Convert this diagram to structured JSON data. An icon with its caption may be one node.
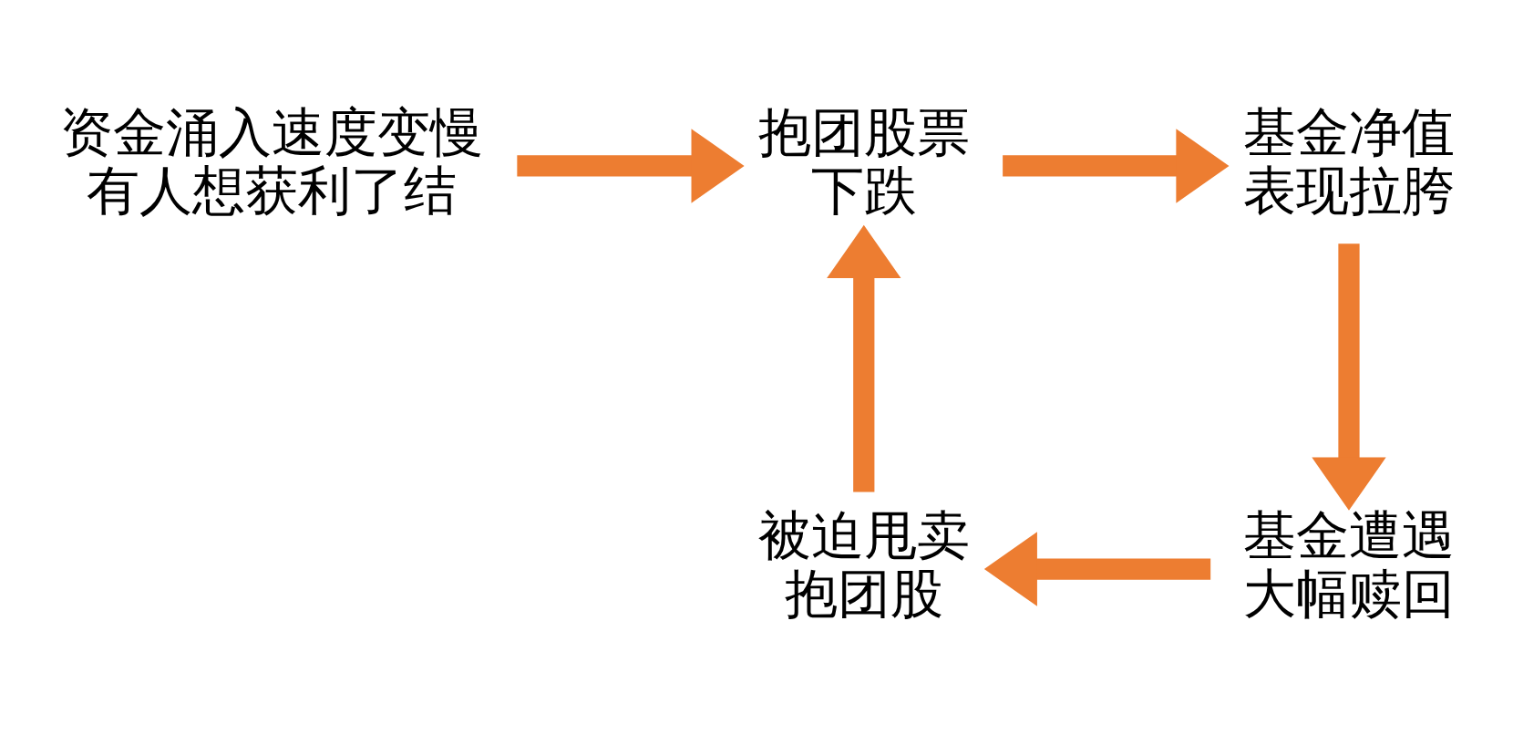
{
  "diagram": {
    "nodes": [
      {
        "text": [
          "资金涌入速度变慢有人想获利了结"
        ]
      },
      {
        "text": [
          "抱团股票下跌"
        ]
      },
      {
        "text": [
          "基金净值表现拉胯"
        ]
      },
      {
        "text": [
          "基金遭遇大幅赎回"
        ]
      },
      {
        "text": [
          "被迫甩卖抱团股"
        ]
      }
    ],
    "edges": [
      {
        "from": 0,
        "to": 1,
        "arrow": "to"
      },
      {
        "from": 1,
        "to": 2,
        "arrow": "to"
      },
      {
        "from": 2,
        "to": 3,
        "arrow": "to"
      },
      {
        "from": 3,
        "to": 4,
        "arrow": "to"
      },
      {
        "from": 4,
        "to": 1,
        "arrow": "to"
      }
    ]
  }
}
